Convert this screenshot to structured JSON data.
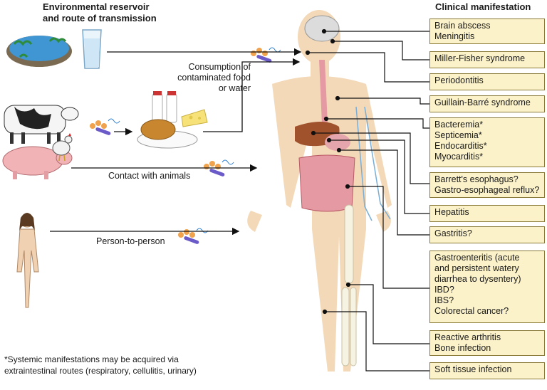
{
  "header_left": [
    "Environmental reservoir",
    "and route of transmission"
  ],
  "header_right": "Clinical manifestation",
  "routes": {
    "consumption": [
      "Consumption of",
      "contaminated food",
      "or water"
    ],
    "animals": "Contact with animals",
    "person": "Person-to-person"
  },
  "manifestations": [
    [
      "Brain abscess",
      "Meningitis"
    ],
    [
      "Miller-Fisher syndrome"
    ],
    [
      "Periodontitis"
    ],
    [
      "Guillain-Barré syndrome"
    ],
    [
      "Bacteremia*",
      "Septicemia*",
      "Endocarditis*",
      "Myocarditis*"
    ],
    [
      "Barrett's esophagus?",
      "Gastro-esophageal reflux?"
    ],
    [
      "Hepatitis"
    ],
    [
      "Gastritis?"
    ],
    [
      "Gastroenteritis (acute",
      "and persistent watery",
      "diarrhea to dysentery)",
      "IBD?",
      "IBS?",
      "Colorectal cancer?"
    ],
    [
      "Reactive arthritis",
      "Bone infection"
    ],
    [
      "Soft tissue infection"
    ]
  ],
  "footnote": [
    "*Systemic manifestations may be acquired via",
    "extraintestinal routes (respiratory, cellulitis, urinary)"
  ],
  "colors": {
    "box_fill": "#fbf2c9",
    "skin": "#f3d9b8",
    "liver": "#a0522d",
    "intestine": "#e59aa3",
    "bone": "#f7f3e3",
    "water": "#2b8fd6"
  }
}
